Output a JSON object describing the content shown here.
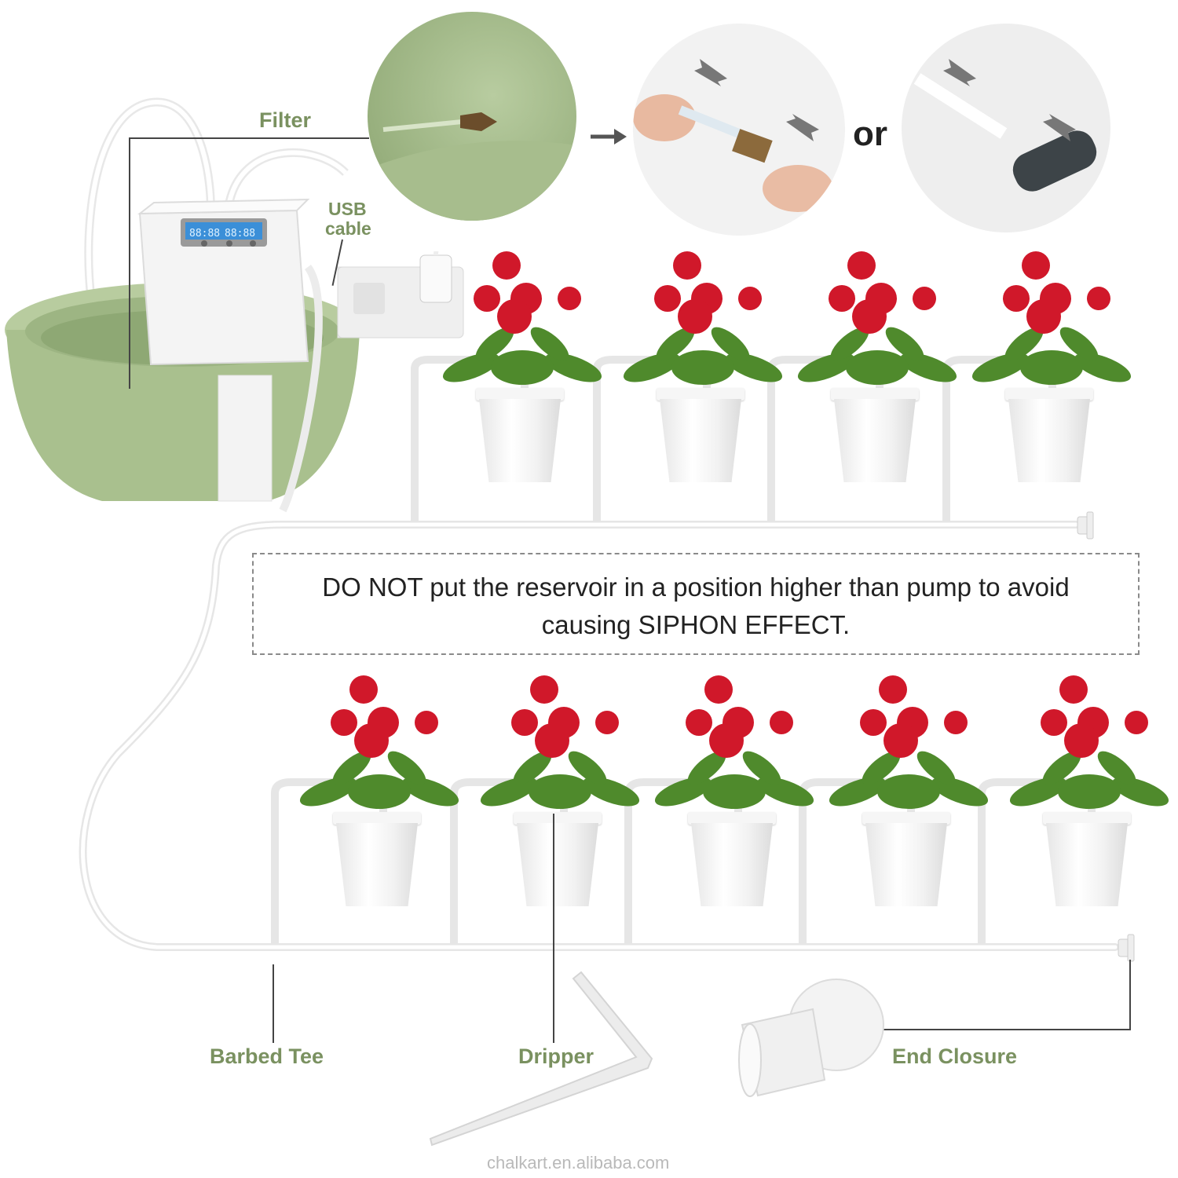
{
  "labels": {
    "filter": "Filter",
    "usb_cable_line1": "USB",
    "usb_cable_line2": "cable",
    "or": "or",
    "barbed_tee": "Barbed Tee",
    "dripper": "Dripper",
    "end_closure": "End Closure"
  },
  "warning": {
    "line1": "DO NOT put the reservoir in a position higher than pump to avoid",
    "line2": "causing SIPHON EFFECT."
  },
  "pump_display": {
    "digits_left": "88:88",
    "digits_right": "88:88"
  },
  "watermark": "chalkart.en.alibaba.com",
  "colors": {
    "label_green": "#7a9160",
    "reservoir_green": "#a9c08e",
    "flower_red": "#d0182a",
    "leaf_green": "#4f8a2c",
    "tube_white": "#f4f4f4"
  }
}
